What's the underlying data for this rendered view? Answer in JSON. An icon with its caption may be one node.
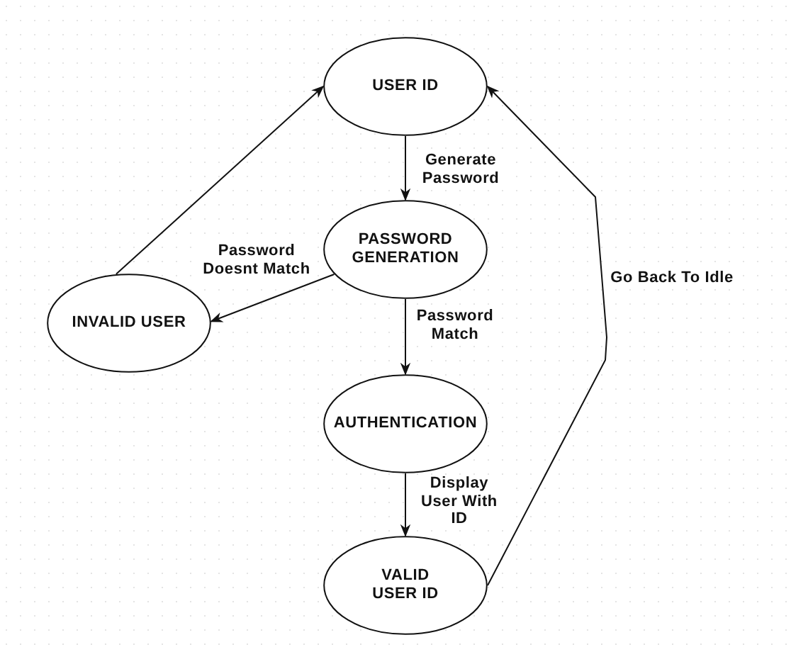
{
  "diagram": {
    "nodes": [
      {
        "text": [
          "USER ID"
        ]
      },
      {
        "text": [
          "PASSWORD GENERATION"
        ]
      },
      {
        "text": [
          "INVALID USER"
        ]
      },
      {
        "text": [
          "AUTHENTICATION"
        ]
      },
      {
        "text": [
          "VALID USER ID"
        ]
      }
    ],
    "edges": [
      {
        "from": 0,
        "to": 1,
        "arrow": "to",
        "label": "Generate Password"
      },
      {
        "from": 1,
        "to": 2,
        "arrow": "to",
        "label": "Password Doesnt Match"
      },
      {
        "from": 2,
        "to": 0,
        "arrow": "to"
      },
      {
        "from": 1,
        "to": 3,
        "arrow": "to",
        "label": "Password Match"
      },
      {
        "from": 3,
        "to": 4,
        "arrow": "to",
        "label": "Display User With ID"
      },
      {
        "from": 4,
        "to": 0,
        "arrow": "to",
        "label": "Go Back To Idle"
      }
    ]
  }
}
